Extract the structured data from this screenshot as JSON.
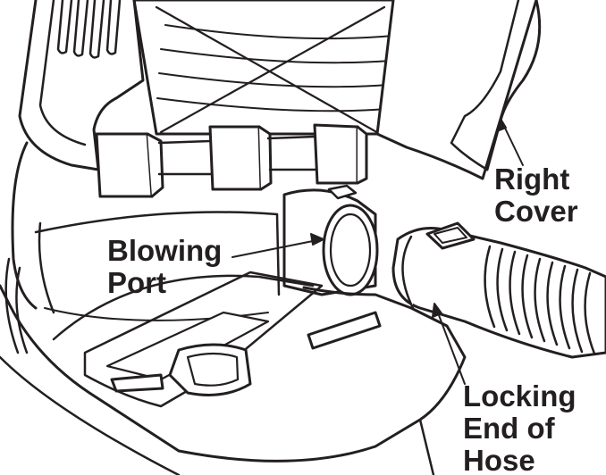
{
  "labels": {
    "right_cover": [
      "Right",
      "Cover"
    ],
    "blowing_port": [
      "Blowing",
      "Port"
    ],
    "locking_end_of_hose": [
      "Locking",
      "End of",
      "Hose"
    ]
  },
  "colors": {
    "line": "#231f20",
    "background": "#ffffff"
  }
}
